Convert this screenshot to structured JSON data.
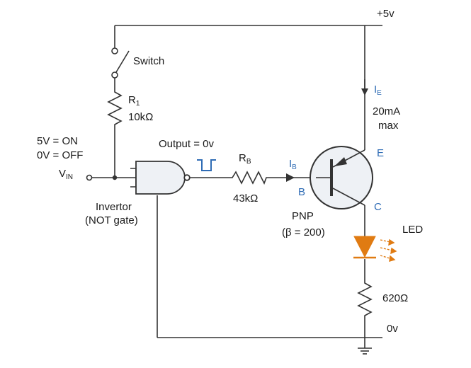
{
  "labels": {
    "supply": "+5v",
    "switch": "Switch",
    "r1_name": "R",
    "r1_sub": "1",
    "r1_value": "10kΩ",
    "vin_on": "5V = ON",
    "vin_off": "0V = OFF",
    "vin_name": "V",
    "vin_sub": "IN",
    "output": "Output = 0v",
    "rb_name": "R",
    "rb_sub": "B",
    "rb_value": "43kΩ",
    "ib_name": "I",
    "ib_sub": "B",
    "ie_name": "I",
    "ie_sub": "E",
    "ie_value": "20mA",
    "ie_max": "max",
    "emitter": "E",
    "base": "B",
    "collector": "C",
    "pnp": "PNP",
    "beta": "(β = 200)",
    "led": "LED",
    "r_led_value": "620Ω",
    "ground_label": "0v",
    "inverter_line1": "Invertor",
    "inverter_line2": "(NOT gate)"
  },
  "colors": {
    "wire": "#333333",
    "blue": "#2f6cb5",
    "led": "#e07b12",
    "transistor_fill": "#eef1f5",
    "gate_fill": "#eef1f5"
  }
}
